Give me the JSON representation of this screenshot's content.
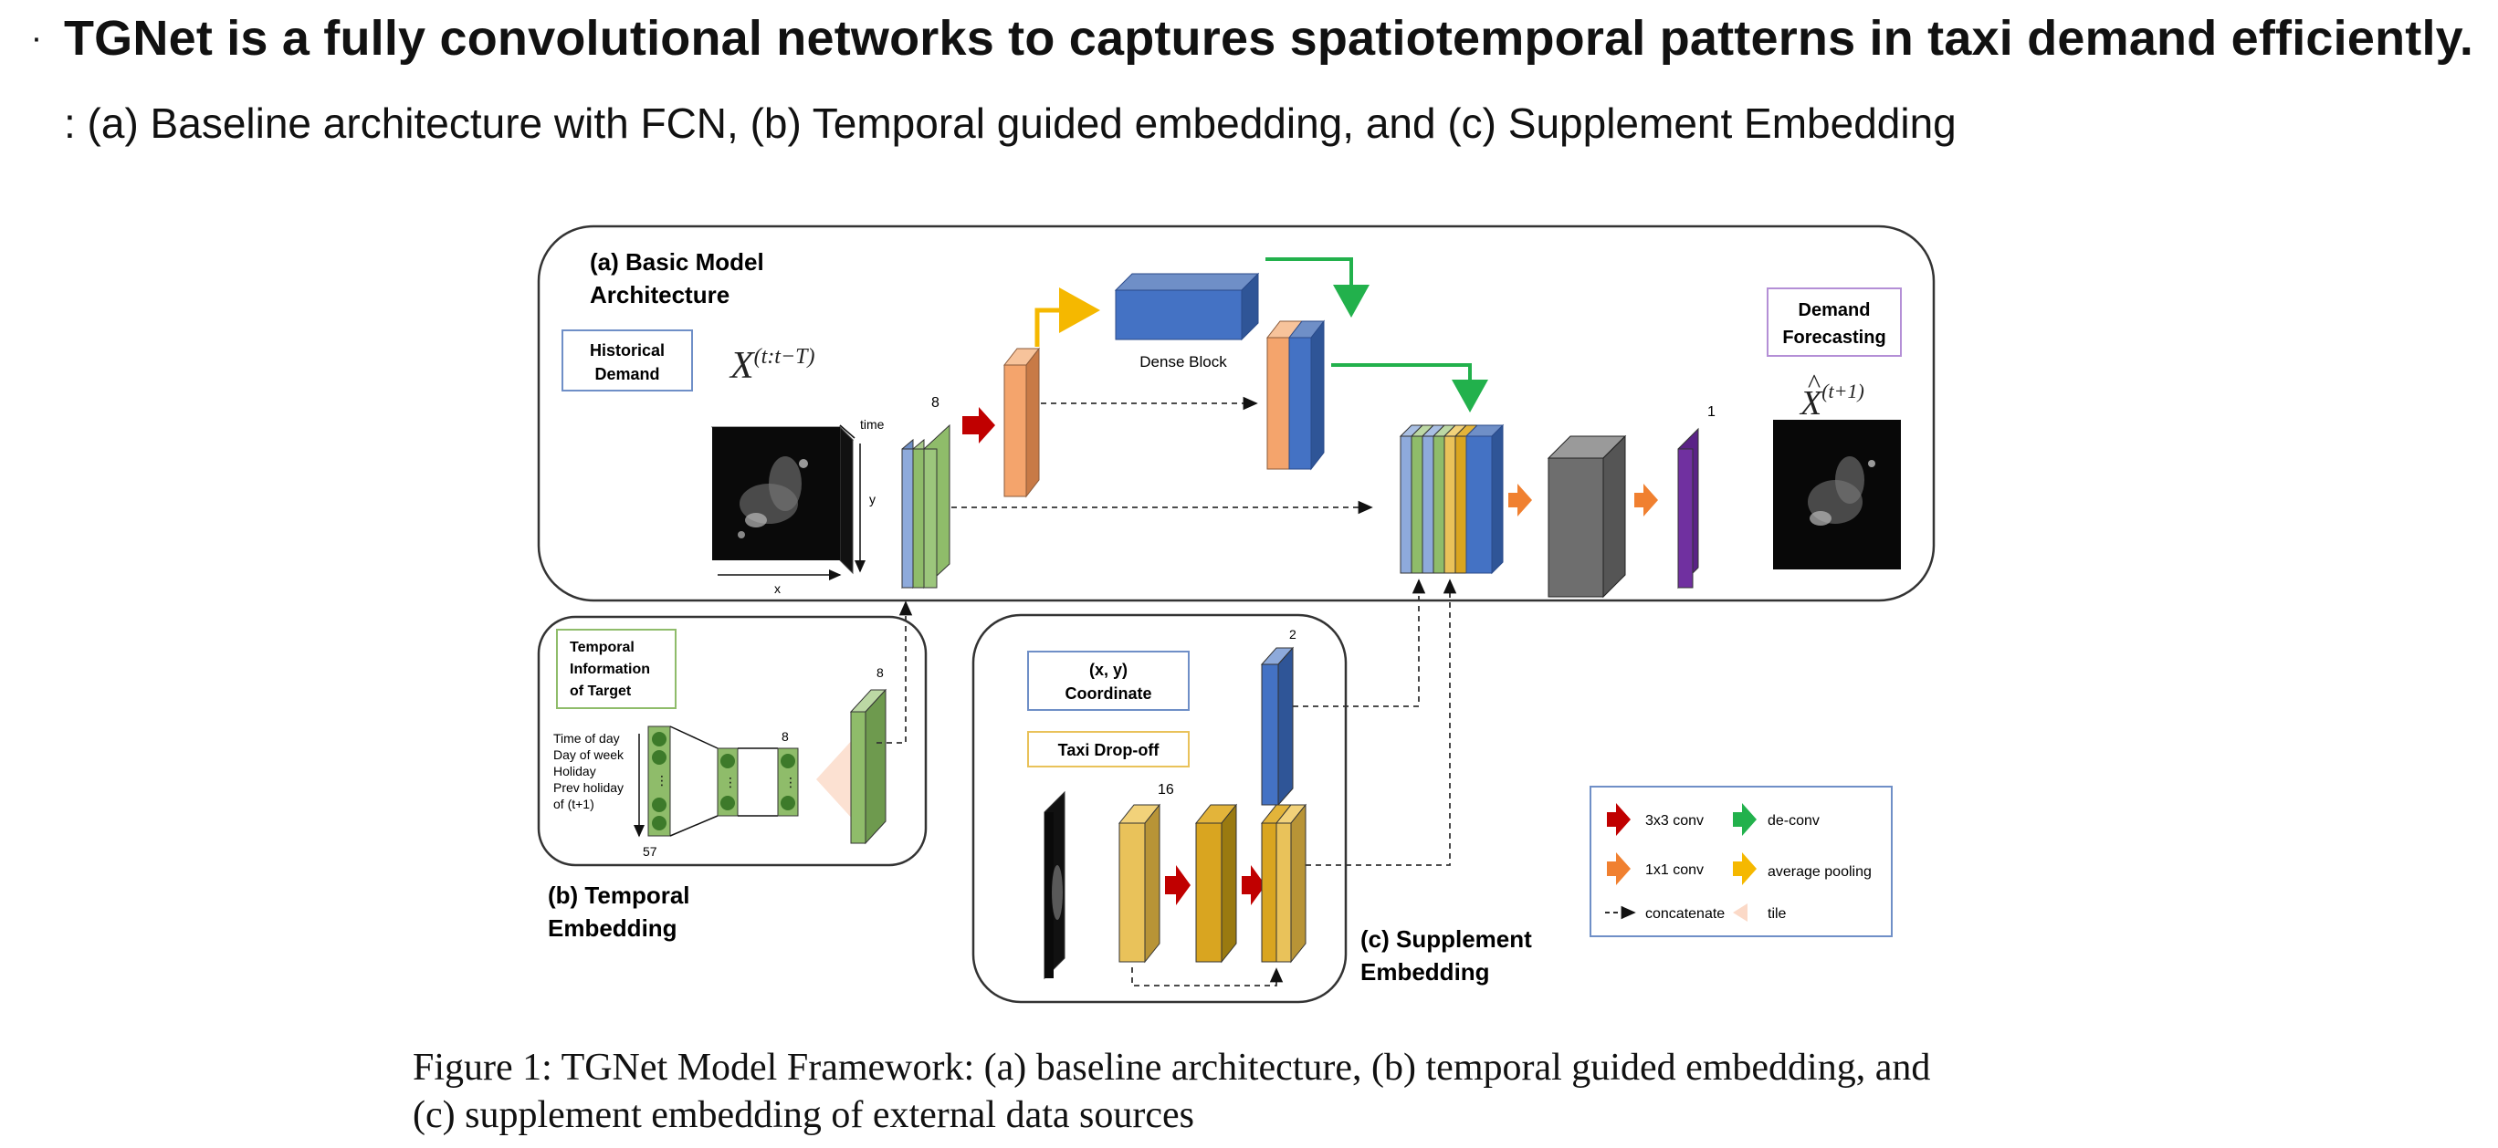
{
  "slide": {
    "headline": "TGNet is a fully convolutional networks to captures spatiotemporal patterns in taxi demand efficiently.",
    "subline": ": (a) Baseline architecture with FCN, (b) Temporal guided embedding, and (c) Supplement Embedding",
    "bullet": "·"
  },
  "diagram": {
    "panel_a": {
      "title_l1": "(a) Basic Model",
      "title_l2": "Architecture"
    },
    "historical_demand": {
      "l1": "Historical",
      "l2": "Demand"
    },
    "input_symbol": {
      "base": "X",
      "sup": "(t:t−T)"
    },
    "axis_time": "time",
    "axis_y": "y",
    "axis_x": "x",
    "dense_block": "Dense Block",
    "label_8_top": "8",
    "label_1": "1",
    "demand_forecasting": {
      "l1": "Demand",
      "l2": "Forecasting"
    },
    "output_symbol": {
      "base": "X",
      "hat": "^",
      "sup": "(t+1)"
    },
    "panel_b": {
      "title_l1": "(b) Temporal",
      "title_l2": "Embedding"
    },
    "temporal_info": {
      "l1": "Temporal",
      "l2": "Information",
      "l3": "of Target"
    },
    "temporal_features": [
      "Time of day",
      "Day of week",
      "Holiday",
      "Prev holiday",
      "of (t+1)"
    ],
    "label_57": "57",
    "label_8_mid": "8",
    "label_8_right": "8",
    "panel_c": {
      "title_l1": "(c) Supplement",
      "title_l2": "Embedding"
    },
    "coordinate": {
      "l1": "(x, y)",
      "l2": "Coordinate"
    },
    "taxi_dropoff": "Taxi Drop-off",
    "label_2": "2",
    "label_16": "16",
    "legend": {
      "conv3": "3x3 conv",
      "deconv": "de-conv",
      "conv1": "1x1 conv",
      "avgpool": "average pooling",
      "concat": "concatenate",
      "tile": "tile"
    },
    "colors": {
      "blue": "#4472c4",
      "green": "#8fbc6a",
      "orange": "#f4a46c",
      "yellow": "#e9c25a",
      "purple": "#7030a0",
      "gray": "#6e6e6e",
      "red_arrow": "#c00000",
      "green_arrow": "#22b14c",
      "orange_arrow": "#f08030",
      "yellow_arrow": "#f5b800"
    }
  },
  "caption": {
    "line1": "Figure 1: TGNet Model Framework: (a) baseline architecture, (b) temporal guided embedding, and",
    "line2": "(c) supplement embedding of external data sources"
  }
}
